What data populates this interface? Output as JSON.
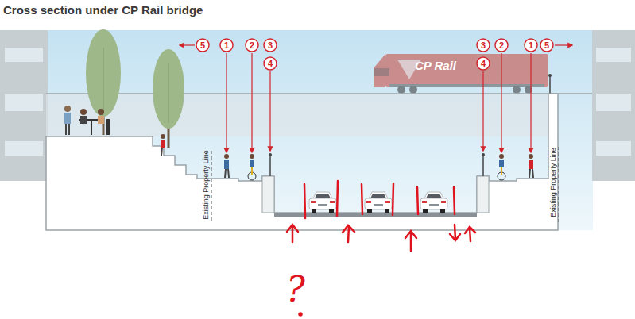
{
  "diagram": {
    "title": "Cross section under CP Rail bridge",
    "nodes": [
      {
        "text": [
          "5"
        ]
      },
      {
        "text": [
          "1"
        ]
      },
      {
        "text": [
          "2"
        ]
      },
      {
        "text": [
          "3"
        ]
      },
      {
        "text": [
          "3"
        ]
      },
      {
        "text": [
          "2"
        ]
      },
      {
        "text": [
          "1"
        ]
      },
      {
        "text": [
          "5"
        ]
      },
      {
        "text": [
          "4"
        ]
      },
      {
        "text": [
          "4"
        ]
      }
    ],
    "labels": [
      "CP Rail",
      "Existing Property Line",
      "Existing Property Line",
      "?"
    ]
  }
}
